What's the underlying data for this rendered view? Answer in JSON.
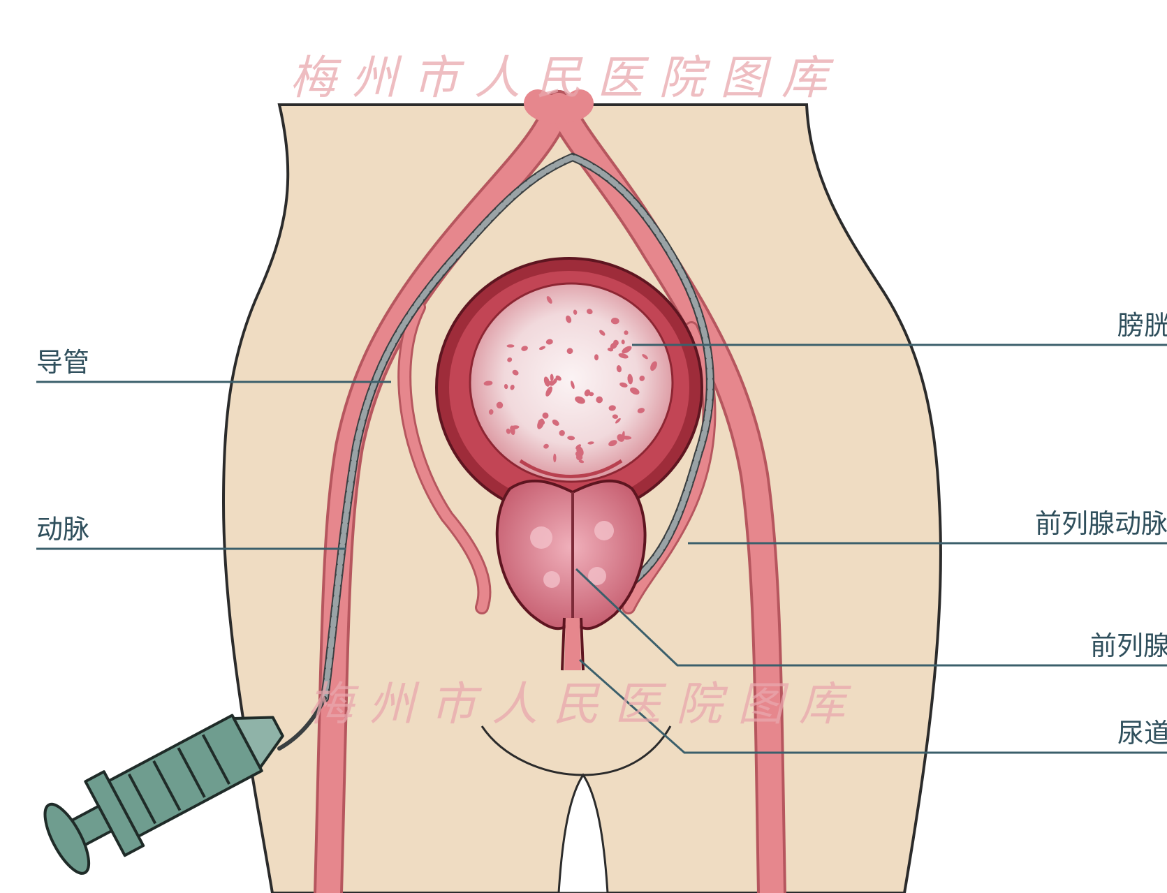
{
  "watermark": "梅州市人民医院图库",
  "labels": {
    "catheter": "导管",
    "artery": "动脉",
    "bladder": "膀胱",
    "prostatic_artery": "前列腺动脉",
    "prostate": "前列腺",
    "urethra": "尿道"
  },
  "colors": {
    "skin": "#efdcc2",
    "vessel": "#e07f86",
    "bladder_wall": "#b43a48",
    "bladder_inner": "#f3e4e6",
    "prostate": "#cf6a7c",
    "catheter": "#7d8a8e",
    "syringe": "#6f9d8f",
    "leader_line": "#3b5f6b"
  }
}
